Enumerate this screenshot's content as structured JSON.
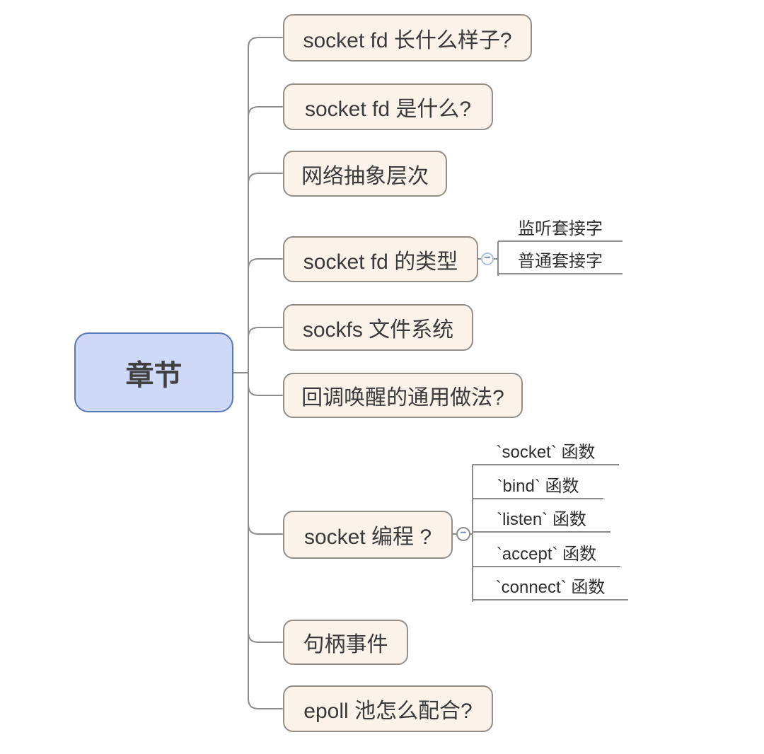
{
  "root": {
    "label": "章节"
  },
  "branches": [
    {
      "label": "socket fd 长什么样子?",
      "children": []
    },
    {
      "label": "socket fd 是什么?",
      "children": []
    },
    {
      "label": "网络抽象层次",
      "children": []
    },
    {
      "label": "socket fd 的类型",
      "children": [
        {
          "label": "监听套接字"
        },
        {
          "label": "普通套接字"
        }
      ]
    },
    {
      "label": "sockfs 文件系统",
      "children": []
    },
    {
      "label": "回调唤醒的通用做法?",
      "children": []
    },
    {
      "label": "socket 编程 ?",
      "children": [
        {
          "label": "`socket` 函数"
        },
        {
          "label": "`bind` 函数"
        },
        {
          "label": "`listen` 函数"
        },
        {
          "label": "`accept` 函数"
        },
        {
          "label": "`connect` 函数"
        }
      ]
    },
    {
      "label": "句柄事件",
      "children": []
    },
    {
      "label": "epoll 池怎么配合?",
      "children": []
    }
  ],
  "icons": {
    "collapse": "−"
  },
  "theme": {
    "canvas_bg": "#ffffff",
    "root_fill": "#cdd9f7",
    "root_border": "#5b79b4",
    "node_fill": "#fbf2e9",
    "node_border": "#938e87",
    "line_color": "#8c8c8c",
    "text_color": "#3a3a3a",
    "leaf_text_color": "#2f2f2f",
    "collapse_a_border": "#a9c2ea",
    "collapse_a_glyph": "#5c6f9e",
    "collapse_b_border": "#8c8c8c",
    "collapse_b_glyph": "#7484b0"
  }
}
